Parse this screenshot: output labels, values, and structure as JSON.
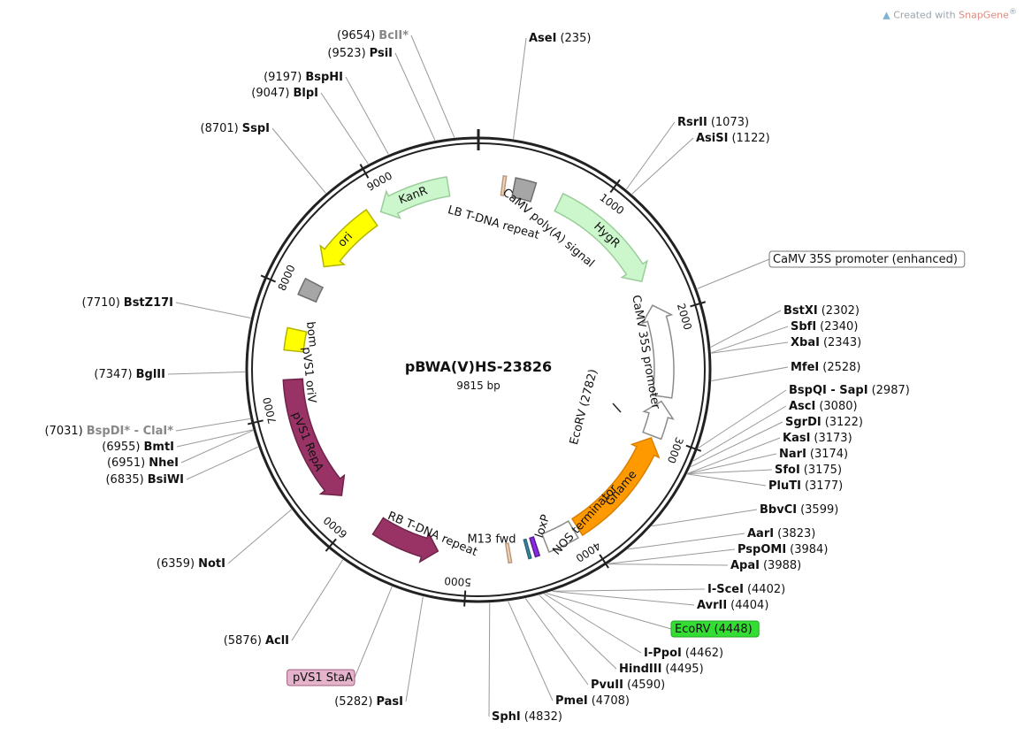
{
  "brand": {
    "prefix": "Created with ",
    "name": "SnapGene",
    "mark": "®",
    "color_logo": "#7fb3d5"
  },
  "plasmid": {
    "name": "pBWA(V)HS-23826",
    "length_label": "9815 bp",
    "total": 9815
  },
  "ticks": [
    {
      "pos": 1000,
      "label": "1000"
    },
    {
      "pos": 2000,
      "label": "2000"
    },
    {
      "pos": 3000,
      "label": "3000"
    },
    {
      "pos": 4000,
      "label": "4000"
    },
    {
      "pos": 5000,
      "label": "5000"
    },
    {
      "pos": 6000,
      "label": "6000"
    },
    {
      "pos": 7000,
      "label": "7000"
    },
    {
      "pos": 8000,
      "label": "8000"
    },
    {
      "pos": 9000,
      "label": "9000"
    }
  ],
  "features": [
    {
      "id": "hygr",
      "label": "HygR",
      "start": 700,
      "end": 1680,
      "dir": 1,
      "radius": 210,
      "width": 22,
      "fill": "#ccf7cc",
      "stroke": "#9acd9a",
      "text": "#111111"
    },
    {
      "id": "camv35s",
      "label": "CaMV 35S promoter",
      "start": 1900,
      "end": 2680,
      "dir": -1,
      "radius": 210,
      "width": 22,
      "fill": "#ffffff",
      "stroke": "#8c8c8c",
      "text": "#111111"
    },
    {
      "id": "camv35s-enh",
      "label": "CaMV 35S promoter",
      "start": 2720,
      "end": 3020,
      "dir": -1,
      "radius": 210,
      "width": 22,
      "fill": "#ffffff",
      "stroke": "#8c8c8c",
      "text": "#111111"
    },
    {
      "id": "gname",
      "label": "Gname",
      "start": 3040,
      "end": 4030,
      "dir": -1,
      "radius": 210,
      "width": 22,
      "fill": "#ff9900",
      "stroke": "#d98000",
      "text": "#111111"
    },
    {
      "id": "nos",
      "label": "NOS terminator",
      "start": 4070,
      "end": 4330,
      "dir": 0,
      "radius": 210,
      "width": 22,
      "fill": "#ffffff",
      "stroke": "#8c8c8c",
      "text": "#111111"
    },
    {
      "id": "rbtdna",
      "label": "RB T-DNA repeat",
      "start": 4640,
      "end": 4665,
      "dir": 0,
      "radius": 210,
      "width": 22,
      "fill": "#f2d3b3",
      "stroke": "#b99a80",
      "text": "#111111"
    },
    {
      "id": "repa",
      "label": "pVS1 RepA",
      "start": 6200,
      "end": 7280,
      "dir": -1,
      "radius": 210,
      "width": 22,
      "fill": "#993366",
      "stroke": "#6e2449",
      "text": "#ffffff"
    },
    {
      "id": "statan",
      "label": "RB T-DNA repeat",
      "start": 5250,
      "end": 5800,
      "dir": -1,
      "radius": 210,
      "width": 22,
      "fill": "#993366",
      "stroke": "#6e2449",
      "text": "#111111"
    },
    {
      "id": "pvs1ori",
      "label": "pVS1 oriV",
      "start": 7520,
      "end": 7700,
      "dir": 0,
      "radius": 210,
      "width": 22,
      "fill": "#ffff00",
      "stroke": "#b3b300",
      "text": "#111111"
    },
    {
      "id": "bom",
      "label": "bom",
      "start": 7980,
      "end": 8120,
      "dir": 0,
      "radius": 210,
      "width": 22,
      "fill": "#a6a6a6",
      "stroke": "#6e6e6e",
      "text": "#111111"
    },
    {
      "id": "ori",
      "label": "ori",
      "start": 8280,
      "end": 8860,
      "dir": -1,
      "radius": 210,
      "width": 22,
      "fill": "#ffff00",
      "stroke": "#b3b300",
      "text": "#111111"
    },
    {
      "id": "kanr",
      "label": "KanR",
      "start": 8950,
      "end": 9560,
      "dir": -1,
      "radius": 210,
      "width": 22,
      "fill": "#ccf7cc",
      "stroke": "#9acd9a",
      "text": "#111111"
    },
    {
      "id": "lbtdna",
      "label": "LB T-DNA repeat",
      "start": 200,
      "end": 225,
      "dir": 0,
      "radius": 210,
      "width": 22,
      "fill": "#f2d3b3",
      "stroke": "#b99a80",
      "text": "#111111"
    },
    {
      "id": "polya",
      "label": "CaMV poly(A) signal",
      "start": 300,
      "end": 470,
      "dir": 0,
      "radius": 210,
      "width": 22,
      "fill": "#a6a6a6",
      "stroke": "#6e6e6e",
      "text": "#111111"
    },
    {
      "id": "loxp",
      "label": "loxP",
      "start": 4410,
      "end": 4445,
      "dir": 0,
      "radius": 210,
      "width": 22,
      "fill": "#8a2be2",
      "stroke": "#5a1a99",
      "text": "#111111"
    },
    {
      "id": "m13",
      "label": "M13 fwd",
      "start": 4480,
      "end": 4500,
      "dir": 0,
      "radius": 210,
      "width": 22,
      "fill": "#3b8ea5",
      "stroke": "#2a6577",
      "text": "#111111"
    }
  ],
  "feature_labels": [
    {
      "ref": "lbtdna",
      "text": "LB T-DNA repeat"
    },
    {
      "ref": "polya",
      "text": "CaMV poly(A) signal"
    },
    {
      "ref": "camv35s",
      "text": "CaMV 35S promoter"
    },
    {
      "ref": "nos",
      "text": "NOS terminator"
    },
    {
      "ref": "loxp",
      "text": "loxP"
    },
    {
      "ref": "m13",
      "text": "M13 fwd"
    },
    {
      "ref": "rbtdna",
      "text": "RB T-DNA repeat"
    },
    {
      "ref": "pvs1ori",
      "text": "pVS1 oriV"
    },
    {
      "ref": "bom",
      "text": "bom"
    }
  ],
  "ecorv_inner": {
    "label": "EcoRV",
    "pos": "(2782)"
  },
  "sites": [
    {
      "name": "BclI*",
      "pos": "(9654)",
      "bp": 9654,
      "dim": true,
      "side": "left"
    },
    {
      "name": "PsiI",
      "pos": "(9523)",
      "bp": 9523,
      "side": "left"
    },
    {
      "name": "BspHI",
      "pos": "(9197)",
      "bp": 9197,
      "side": "left"
    },
    {
      "name": "BlpI",
      "pos": "(9047)",
      "bp": 9047,
      "side": "left"
    },
    {
      "name": "SspI",
      "pos": "(8701)",
      "bp": 8701,
      "side": "left"
    },
    {
      "name": "AseI",
      "pos": "(235)",
      "bp": 235,
      "side": "right"
    },
    {
      "name": "RsrII",
      "pos": "(1073)",
      "bp": 1073,
      "side": "right"
    },
    {
      "name": "AsiSI",
      "pos": "(1122)",
      "bp": 1122,
      "side": "right"
    },
    {
      "name": "CaMV 35S promoter (enhanced)",
      "pos": "",
      "bp": 1900,
      "side": "right",
      "boxed": true,
      "box_fill": "#ffffff",
      "box_stroke": "#777777"
    },
    {
      "name": "BstXI",
      "pos": "(2302)",
      "bp": 2302,
      "side": "right"
    },
    {
      "name": "SbfI",
      "pos": "(2340)",
      "bp": 2340,
      "side": "right"
    },
    {
      "name": "XbaI",
      "pos": "(2343)",
      "bp": 2343,
      "side": "right"
    },
    {
      "name": "MfeI",
      "pos": "(2528)",
      "bp": 2528,
      "side": "right"
    },
    {
      "name": "BspQI - SapI",
      "pos": "(2987)",
      "bp": 2987,
      "side": "right"
    },
    {
      "name": "AscI",
      "pos": "(3080)",
      "bp": 3080,
      "side": "right"
    },
    {
      "name": "SgrDI",
      "pos": "(3122)",
      "bp": 3122,
      "side": "right"
    },
    {
      "name": "KasI",
      "pos": "(3173)",
      "bp": 3173,
      "side": "right"
    },
    {
      "name": "NarI",
      "pos": "(3174)",
      "bp": 3174,
      "side": "right"
    },
    {
      "name": "SfoI",
      "pos": "(3175)",
      "bp": 3175,
      "side": "right"
    },
    {
      "name": "PluTI",
      "pos": "(3177)",
      "bp": 3177,
      "side": "right"
    },
    {
      "name": "BbvCI",
      "pos": "(3599)",
      "bp": 3599,
      "side": "right"
    },
    {
      "name": "AarI",
      "pos": "(3823)",
      "bp": 3823,
      "side": "right"
    },
    {
      "name": "PspOMI",
      "pos": "(3984)",
      "bp": 3984,
      "side": "right"
    },
    {
      "name": "ApaI",
      "pos": "(3988)",
      "bp": 3988,
      "side": "right"
    },
    {
      "name": "I-SceI",
      "pos": "(4402)",
      "bp": 4402,
      "side": "right"
    },
    {
      "name": "AvrII",
      "pos": "(4404)",
      "bp": 4404,
      "side": "right"
    },
    {
      "name": "EcoRV",
      "pos": "(4448)",
      "bp": 4448,
      "side": "right",
      "boxed": true,
      "box_fill": "#33dd33",
      "box_stroke": "#22aa22"
    },
    {
      "name": "I-PpoI",
      "pos": "(4462)",
      "bp": 4462,
      "side": "right"
    },
    {
      "name": "HindIII",
      "pos": "(4495)",
      "bp": 4495,
      "side": "right"
    },
    {
      "name": "PvuII",
      "pos": "(4590)",
      "bp": 4590,
      "side": "right"
    },
    {
      "name": "PmeI",
      "pos": "(4708)",
      "bp": 4708,
      "side": "right"
    },
    {
      "name": "SphI",
      "pos": "(4832)",
      "bp": 4832,
      "side": "right"
    },
    {
      "name": "PasI",
      "pos": "(5282)",
      "bp": 5282,
      "side": "left"
    },
    {
      "name": "pVS1 StaA",
      "pos": "",
      "bp": 5500,
      "side": "left",
      "boxed": true,
      "box_fill": "#e6b3cc",
      "box_stroke": "#a0607f"
    },
    {
      "name": "AclI",
      "pos": "(5876)",
      "bp": 5876,
      "side": "left"
    },
    {
      "name": "NotI",
      "pos": "(6359)",
      "bp": 6359,
      "side": "left"
    },
    {
      "name": "BsiWI",
      "pos": "(6835)",
      "bp": 6835,
      "side": "left"
    },
    {
      "name": "NheI",
      "pos": "(6951)",
      "bp": 6951,
      "side": "left"
    },
    {
      "name": "BmtI",
      "pos": "(6955)",
      "bp": 6955,
      "side": "left"
    },
    {
      "name": "BspDI* - ClaI*",
      "pos": "(7031)",
      "bp": 7031,
      "dim": true,
      "side": "left"
    },
    {
      "name": "BglII",
      "pos": "(7347)",
      "bp": 7347,
      "side": "left"
    },
    {
      "name": "BstZ17I",
      "pos": "(7710)",
      "bp": 7710,
      "side": "left"
    }
  ]
}
